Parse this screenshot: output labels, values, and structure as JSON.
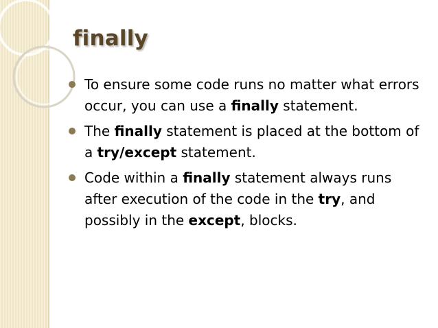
{
  "slide": {
    "title": "finally",
    "bullets": [
      [
        {
          "text": "To ensure some code runs no matter what errors occur, you can use a ",
          "bold": false
        },
        {
          "text": "finally",
          "bold": true
        },
        {
          "text": " statement.",
          "bold": false
        }
      ],
      [
        {
          "text": "The ",
          "bold": false
        },
        {
          "text": "finally",
          "bold": true
        },
        {
          "text": " statement is placed at the bottom of a ",
          "bold": false
        },
        {
          "text": "try/except",
          "bold": true
        },
        {
          "text": " statement.",
          "bold": false
        }
      ],
      [
        {
          "text": "Code within a ",
          "bold": false
        },
        {
          "text": "finally",
          "bold": true
        },
        {
          "text": " statement always runs after execution of the code in the ",
          "bold": false
        },
        {
          "text": "try",
          "bold": true
        },
        {
          "text": ", and possibly in the ",
          "bold": false
        },
        {
          "text": "except",
          "bold": true
        },
        {
          "text": ", blocks.",
          "bold": false
        }
      ]
    ]
  },
  "theme": {
    "title_color": "#5a4626",
    "bullet_color": "#8c7a55",
    "band_color": "#f6efd9"
  }
}
